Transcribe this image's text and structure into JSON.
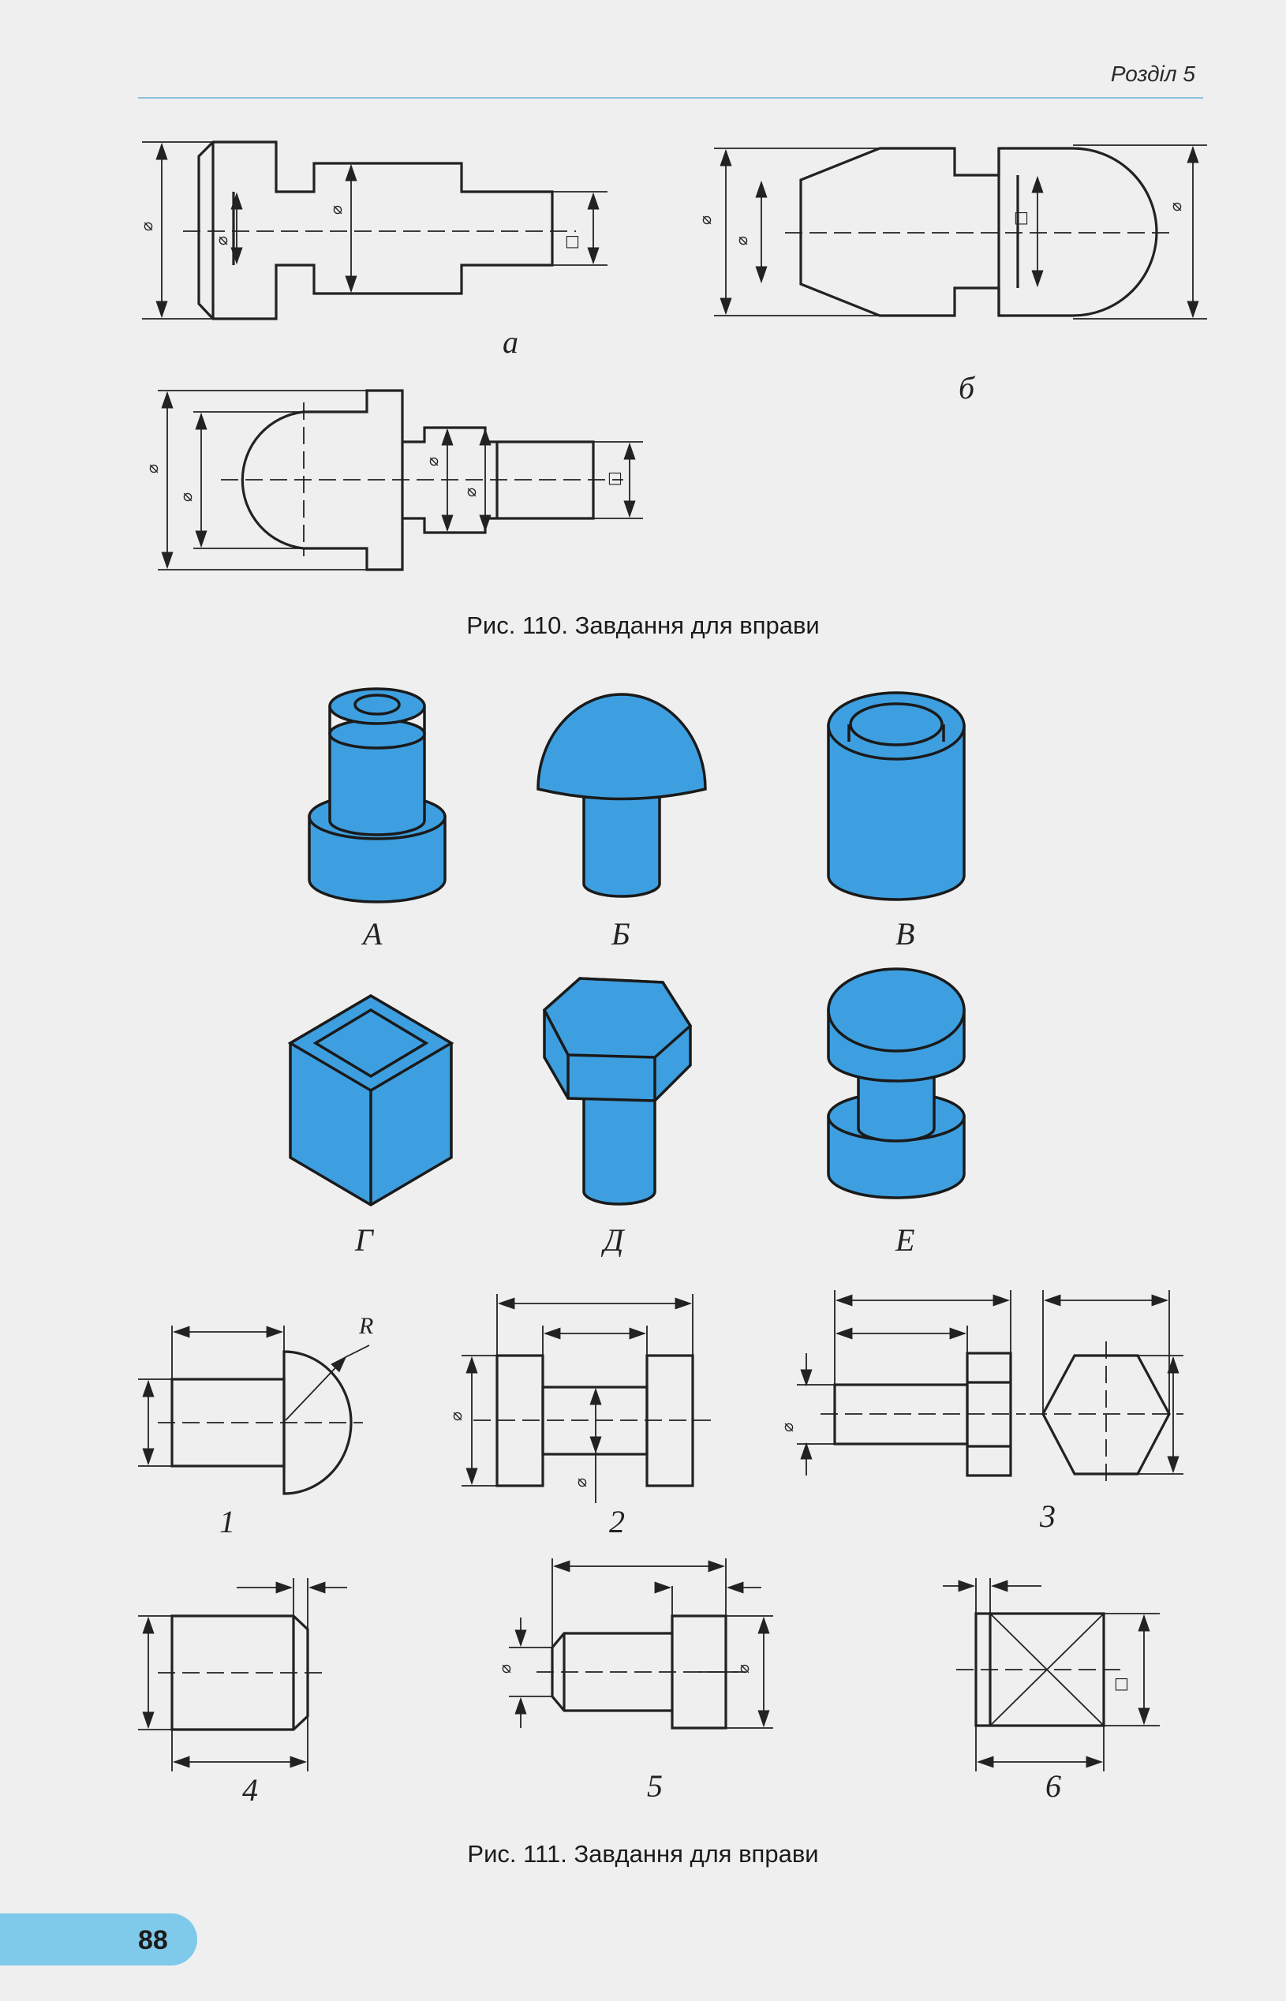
{
  "header": {
    "section": "Розділ 5"
  },
  "figure110": {
    "caption": "Рис. 110. Завдання для вправи",
    "labels": [
      "а",
      "б"
    ],
    "diameter_symbol": "⌀",
    "square_symbol": "□"
  },
  "figure111": {
    "caption": "Рис. 111. Завдання для вправи",
    "solid_labels": [
      "А",
      "Б",
      "В",
      "Г",
      "Д",
      "Е"
    ],
    "drawing_labels": [
      "1",
      "2",
      "3",
      "4",
      "5",
      "6"
    ],
    "radius_label": "R"
  },
  "colors": {
    "solid_fill": "#3e9fe0",
    "accent_line": "#8fc0de",
    "page_tab": "#7fc9ea"
  },
  "footer": {
    "page_number": "88"
  }
}
